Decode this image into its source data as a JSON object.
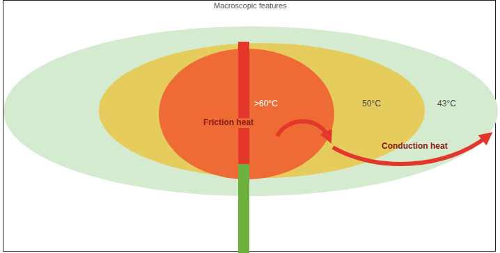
{
  "diagram": {
    "title": "Macroscopic features",
    "nodes": [
      {
        "text": [
          "43°C"
        ]
      },
      {
        "text": [
          "50°C"
        ],
        "in": 0
      },
      {
        "text": [
          ">60°C",
          "Friction heat"
        ],
        "in": 1
      }
    ],
    "labels": [
      "Conduction heat"
    ]
  }
}
